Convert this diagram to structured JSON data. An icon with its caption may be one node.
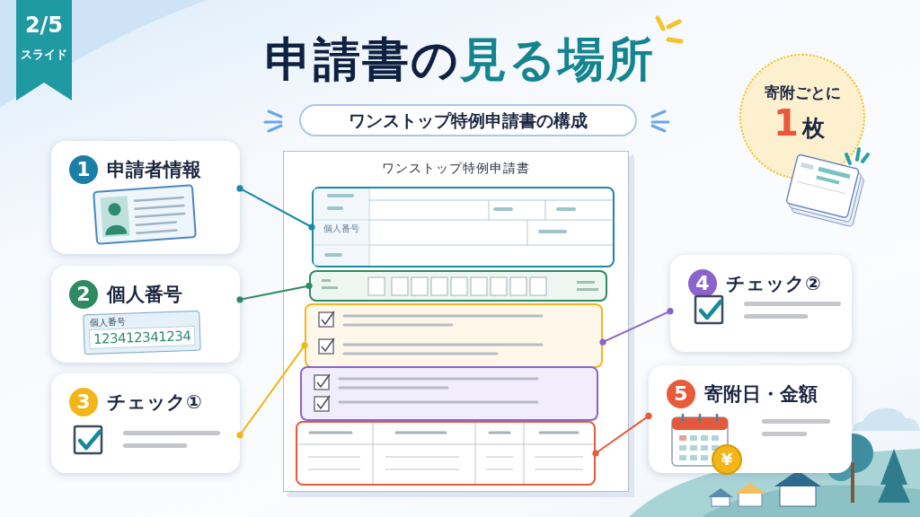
{
  "diagram": {
    "title": "申請書の**見る場所**",
    "nodes": [
      {
        "text": [
          "1",
          "申請者情報"
        ]
      },
      {
        "text": [
          "2",
          "個人番号",
          "個人番号",
          "123412341234"
        ]
      },
      {
        "text": [
          "3",
          "チェック①"
        ]
      },
      {
        "text": [
          "4",
          "チェック②"
        ]
      },
      {
        "text": [
          "5",
          "寄附日・金額"
        ]
      },
      {
        "text": [
          "ワンストップ特例申請書"
        ]
      },
      {
        "text": [
          "個人番号"
        ],
        "in": 5
      },
      {
        "text": [],
        "shape": "box",
        "in": 5
      },
      {
        "text": [],
        "shape": "box",
        "in": 5
      },
      {
        "text": [],
        "shape": "box",
        "in": 5
      },
      {
        "text": [],
        "shape": "box",
        "in": 5
      },
      {
        "text": [
          "寄附ごとに",
          "1",
          "枚"
        ]
      }
    ],
    "edges": [
      {
        "from": 0,
        "to": 6,
        "arrow": "other",
        "color": "#1a8aa8"
      },
      {
        "from": 1,
        "to": 7,
        "arrow": "other",
        "color": "#2e8a62"
      },
      {
        "from": 2,
        "to": 8,
        "arrow": "other",
        "color": "#f2b619"
      },
      {
        "from": 3,
        "to": 8,
        "arrow": "other",
        "color": "#8a64cc"
      },
      {
        "from": 4,
        "to": 10,
        "arrow": "other",
        "color": "#e85a3a"
      }
    ],
    "labels": [
      "2/5",
      "スライド",
      "ワンストップ特例申請書の構成",
      "¥"
    ]
  }
}
